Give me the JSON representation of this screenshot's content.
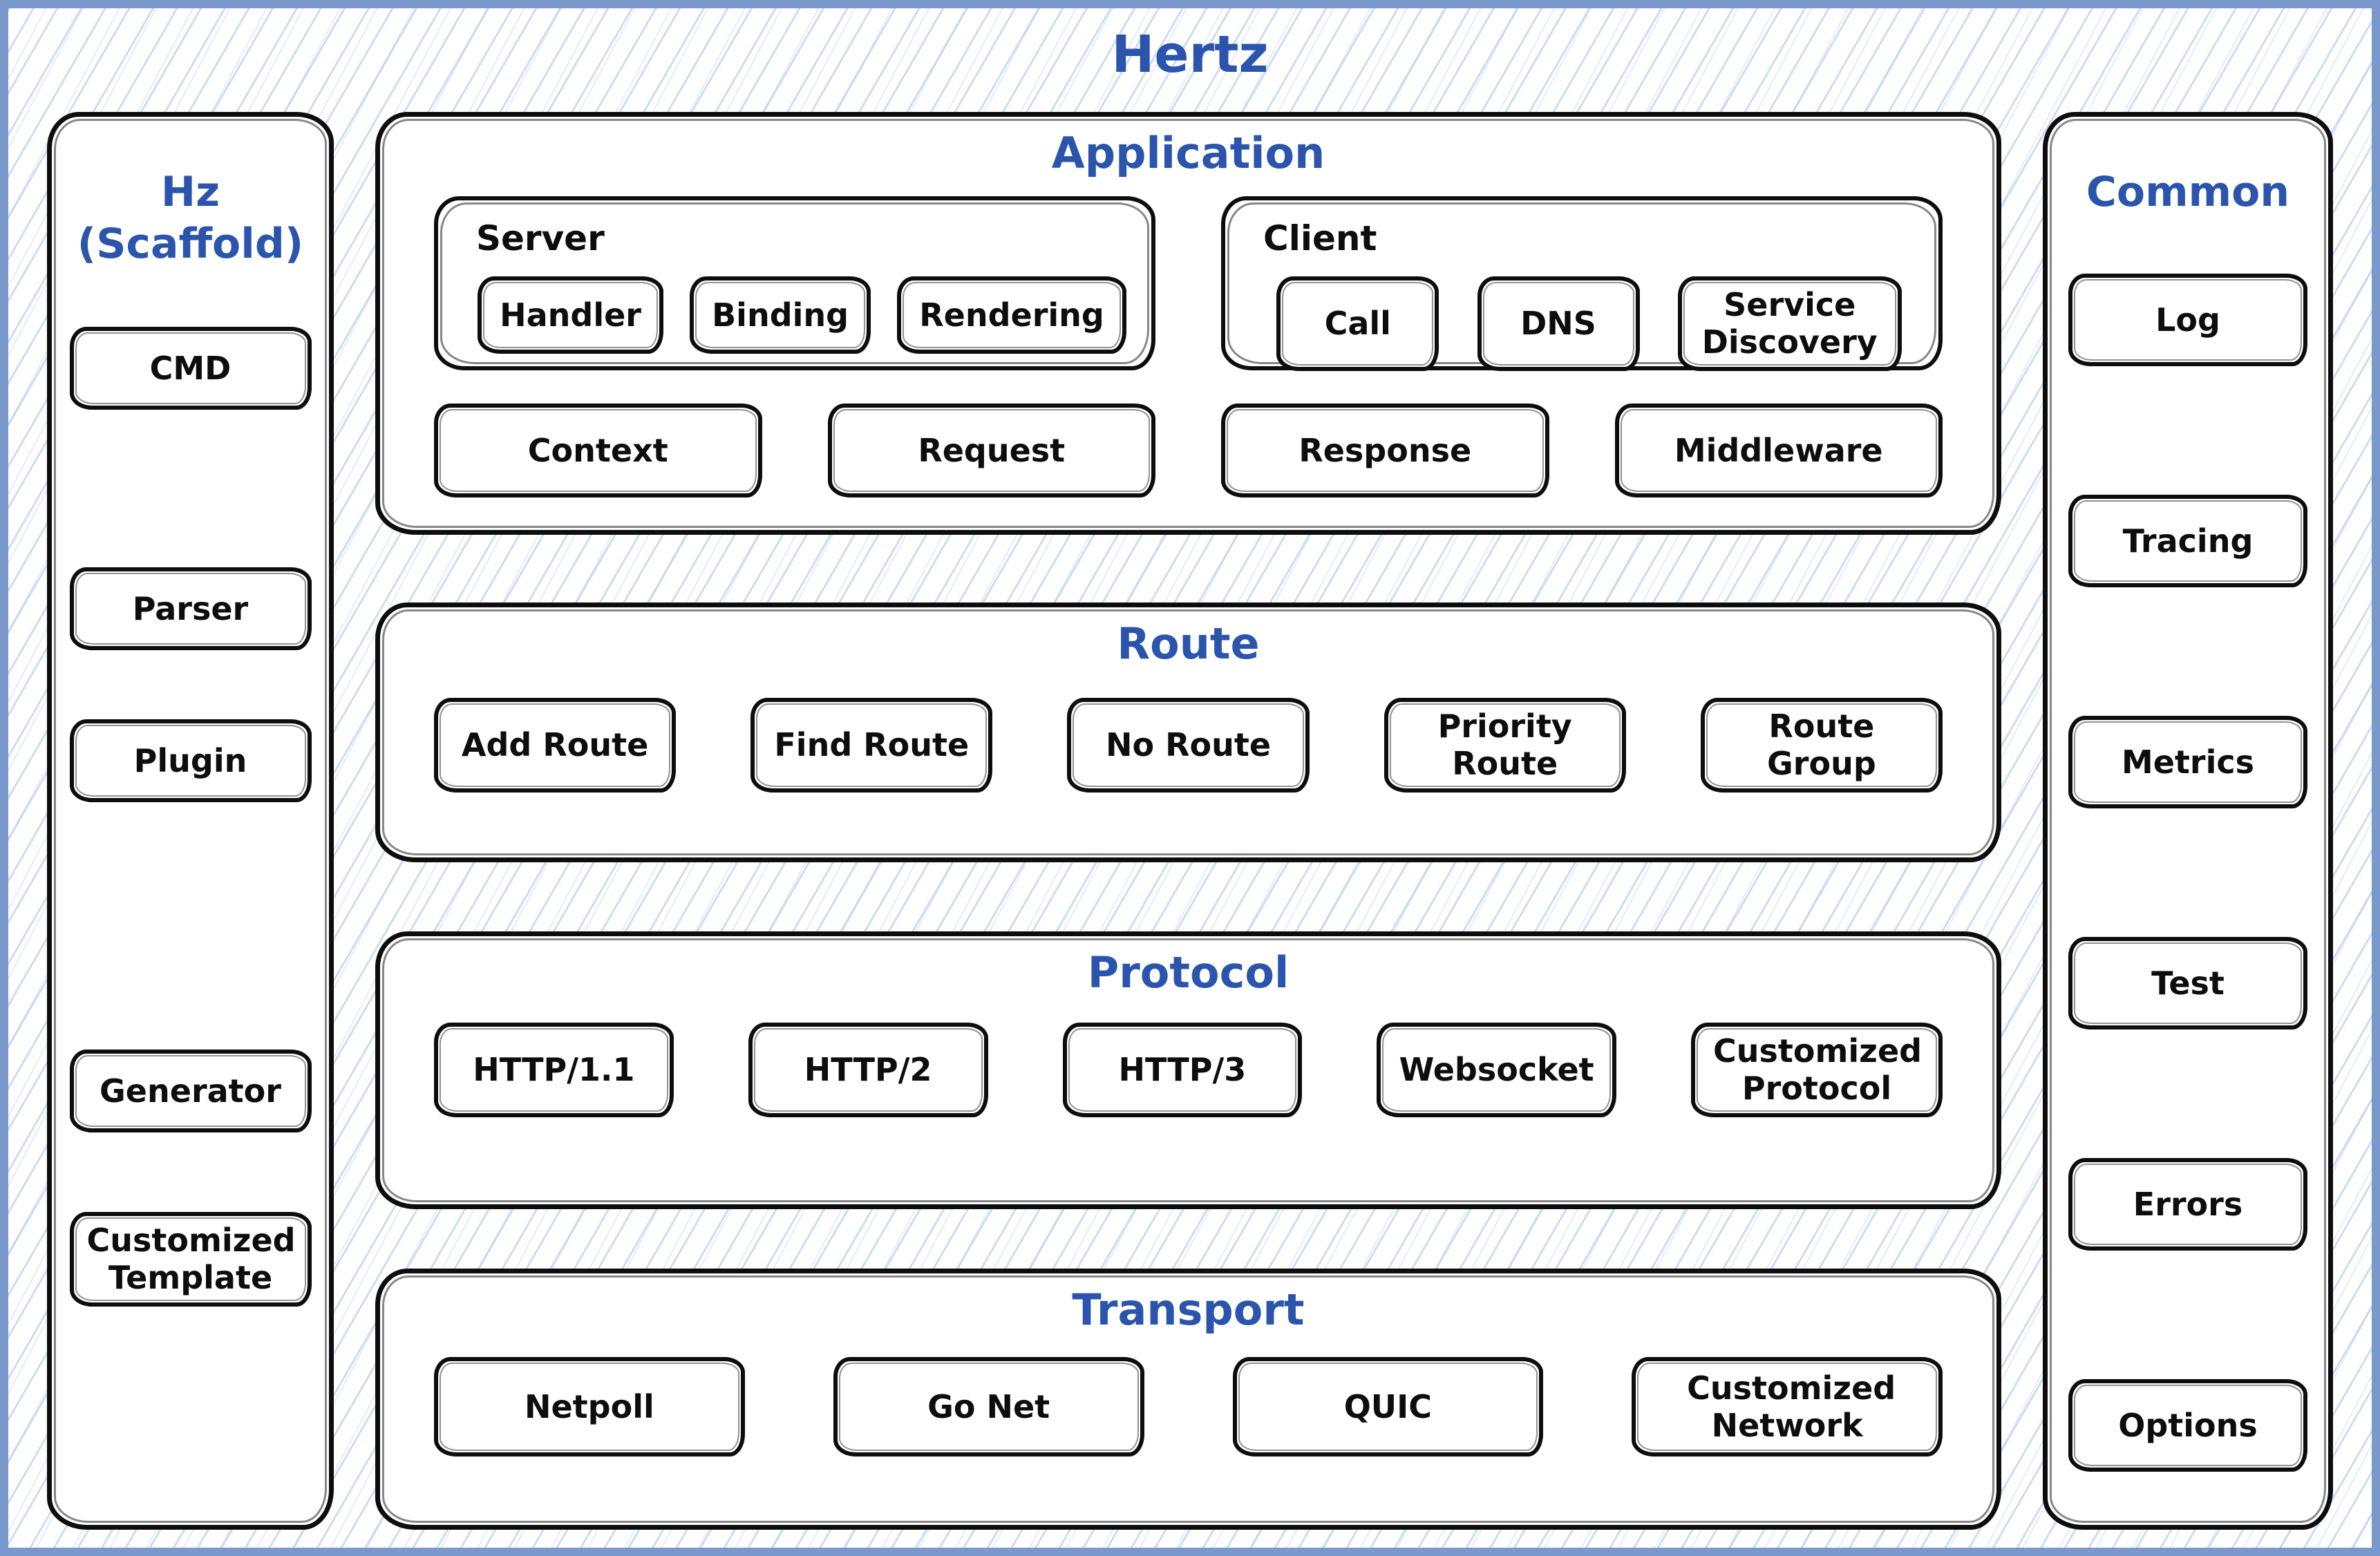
{
  "title": "Hertz",
  "colors": {
    "accent_blue": "#2b55ad",
    "ink": "#0d0d0d",
    "page_border_blue": "#7b98cc",
    "hatch_blue": "#a4c1eb",
    "box_fill": "#ffffff"
  },
  "left_sidebar": {
    "title_lines": [
      "Hz",
      "(Scaffold)"
    ],
    "items": [
      "CMD",
      "Parser",
      "Plugin",
      "Generator",
      "Customized Template"
    ]
  },
  "right_sidebar": {
    "title": "Common",
    "items": [
      "Log",
      "Tracing",
      "Metrics",
      "Test",
      "Errors",
      "Options"
    ]
  },
  "sections": {
    "application": {
      "title": "Application",
      "groups": [
        {
          "title": "Server",
          "items": [
            "Handler",
            "Binding",
            "Rendering"
          ]
        },
        {
          "title": "Client",
          "items": [
            "Call",
            "DNS",
            "Service Discovery"
          ]
        }
      ],
      "items": [
        "Context",
        "Request",
        "Response",
        "Middleware"
      ]
    },
    "route": {
      "title": "Route",
      "items": [
        "Add Route",
        "Find Route",
        "No Route",
        "Priority Route",
        "Route Group"
      ]
    },
    "protocol": {
      "title": "Protocol",
      "items": [
        "HTTP/1.1",
        "HTTP/2",
        "HTTP/3",
        "Websocket",
        "Customized Protocol"
      ]
    },
    "transport": {
      "title": "Transport",
      "items": [
        "Netpoll",
        "Go Net",
        "QUIC",
        "Customized Network"
      ]
    }
  }
}
